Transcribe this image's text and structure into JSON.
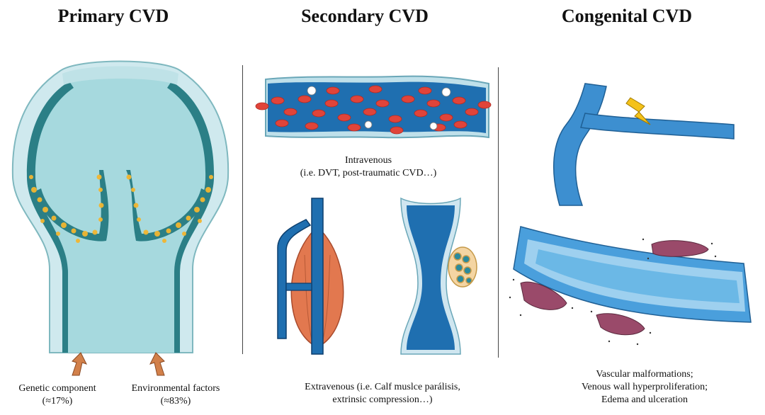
{
  "panels": {
    "primary": {
      "title": "Primary CVD",
      "factors": [
        {
          "label": "Genetic component",
          "share": "(≈17%)"
        },
        {
          "label": "Environmental factors",
          "share": "(≈83%)"
        }
      ]
    },
    "secondary": {
      "title": "Secondary CVD",
      "intravenous": {
        "line1": "Intravenous",
        "line2": "(i.e. DVT, post-traumatic CVD…)"
      },
      "extravenous": {
        "line1": "Extravenous (i.e. Calf muslce parálisis,",
        "line2": "extrinsic compression…)"
      }
    },
    "congenital": {
      "title": "Congenital CVD",
      "caption": {
        "line1": "Vascular  malformations;",
        "line2": "Venous wall hyperproliferation;",
        "line3": "Edema  and  ulceration"
      }
    }
  },
  "colors": {
    "vein_light": "#9fd6dc",
    "vein_wall": "#2b7f86",
    "blood_blue": "#1f6fb0",
    "rbc_red": "#e0443a",
    "arrow_orange": "#d2804a",
    "muscle": "#e2784f",
    "congenital_blue": "#3d8fd0",
    "lesion": "#9a4a6a"
  }
}
